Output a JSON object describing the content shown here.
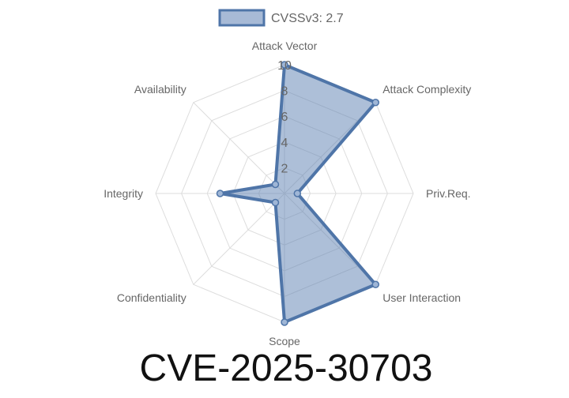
{
  "caption": "CVE-2025-30703",
  "colors": {
    "fill": "#5b7fb1",
    "stroke": "#4f75a8",
    "point_fill": "#9fb6d6",
    "grid": "#dddddd",
    "text": "#666666"
  },
  "chart_data": {
    "type": "radar",
    "axes": [
      "Attack Vector",
      "Attack Complexity",
      "Priv.Req.",
      "User Interaction",
      "Scope",
      "Confidentiality",
      "Integrity",
      "Availability"
    ],
    "rlim": [
      0,
      10
    ],
    "ticks": [
      "2",
      "4",
      "6",
      "8",
      "10"
    ],
    "series": [
      {
        "name": "CVSSv3: 2.7",
        "values": [
          10,
          10,
          1,
          10,
          10,
          1,
          5,
          1
        ]
      }
    ],
    "legend": "top",
    "grid": true
  }
}
